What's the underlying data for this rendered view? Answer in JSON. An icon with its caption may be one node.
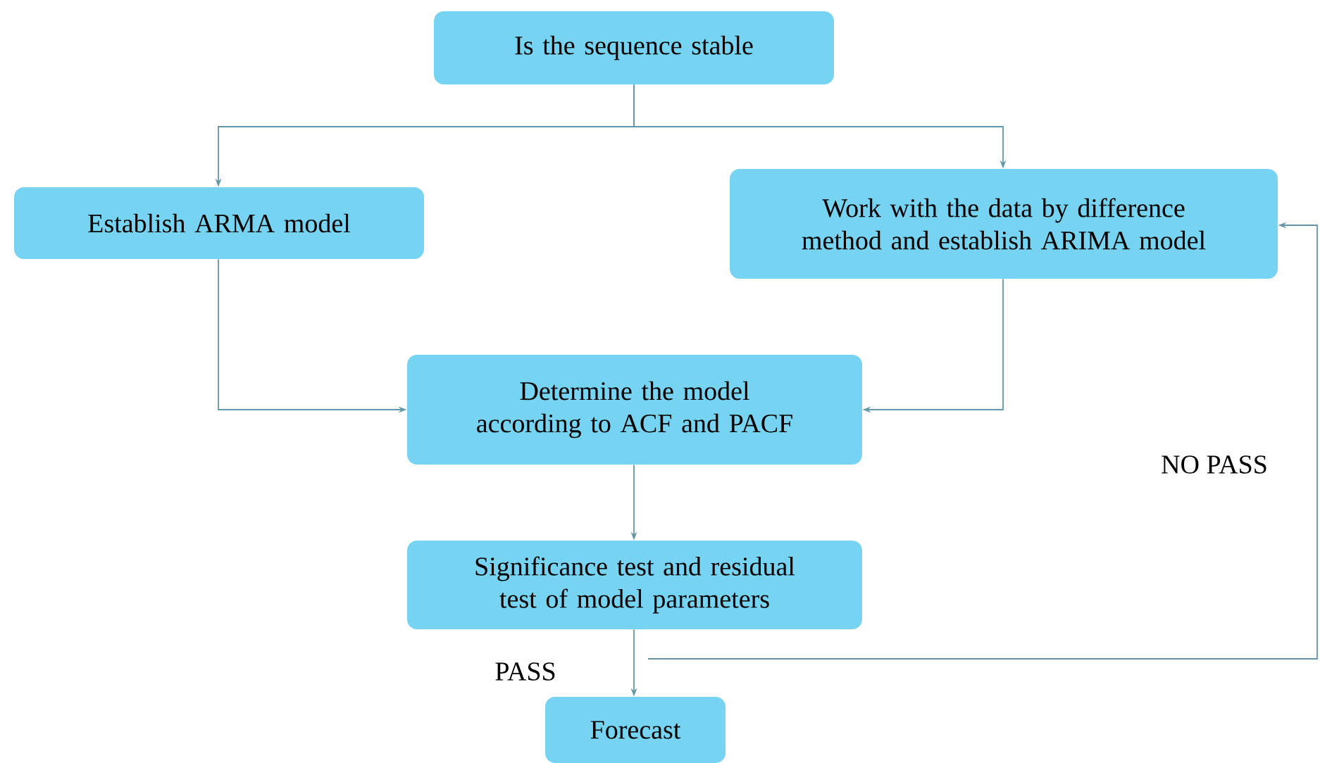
{
  "diagram": {
    "nodes": [
      {
        "text": [
          "Is the sequence stable"
        ]
      },
      {
        "text": [
          "Establish ARMA model"
        ]
      },
      {
        "text": [
          "Work with the data by difference method and establish ARIMA model"
        ]
      },
      {
        "text": [
          "Determine the model according to ACF and PACF"
        ]
      },
      {
        "text": [
          "Significance test and residual test of model parameters"
        ]
      },
      {
        "text": [
          "Forecast"
        ]
      }
    ],
    "edges": [
      {
        "from": 0,
        "to": 1,
        "arrow": "to"
      },
      {
        "from": 0,
        "to": 2,
        "arrow": "to"
      },
      {
        "from": 1,
        "to": 3,
        "arrow": "to"
      },
      {
        "from": 2,
        "to": 3,
        "arrow": "to"
      },
      {
        "from": 3,
        "to": 4,
        "arrow": "to"
      },
      {
        "from": 4,
        "to": 5,
        "arrow": "to",
        "label": "PASS"
      },
      {
        "from": 4,
        "to": 2,
        "arrow": "to",
        "label": "NO PASS"
      }
    ]
  }
}
